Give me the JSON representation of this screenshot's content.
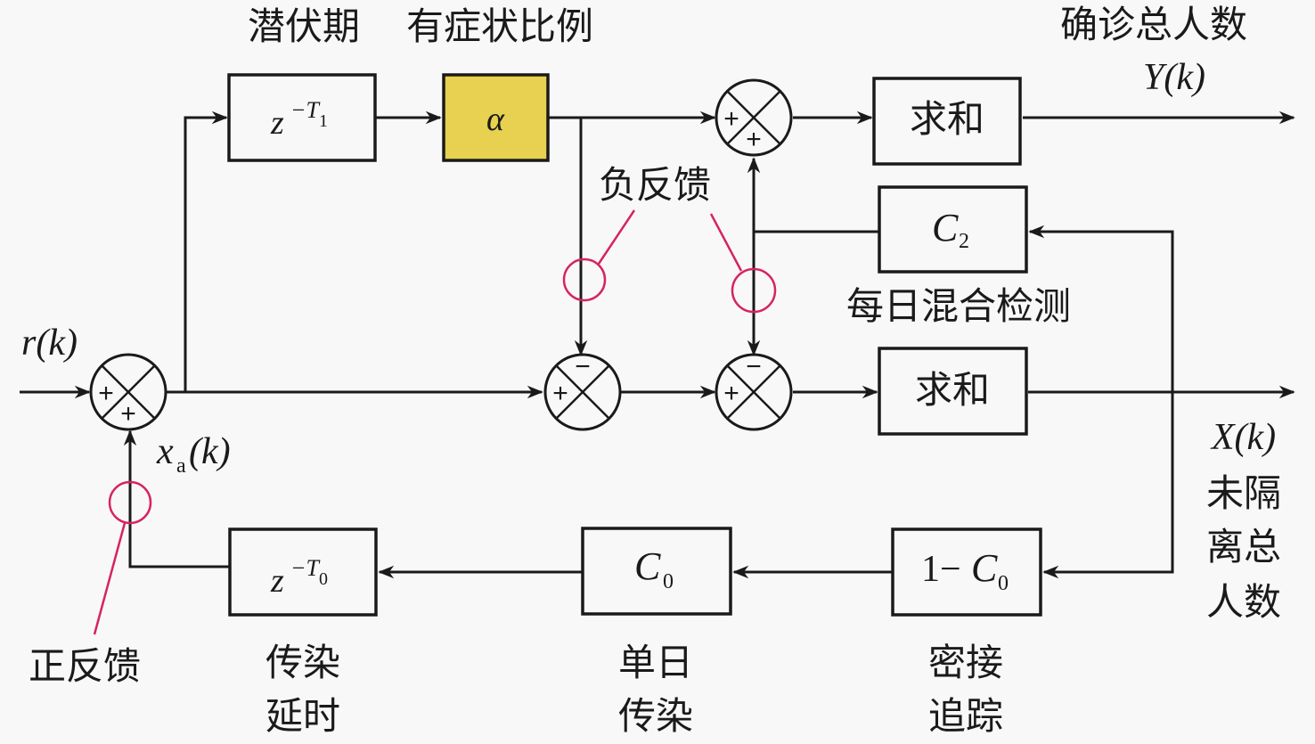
{
  "title_labels": {
    "latency": "潜伏期",
    "symptomatic_ratio": "有症状比例",
    "confirmed_total": "确诊总人数",
    "negative_feedback": "负反馈",
    "daily_mixed_test": "每日混合检测",
    "positive_feedback": "正反馈",
    "transmission_delay_1": "传染",
    "transmission_delay_2": "延时",
    "daily_transmission_1": "单日",
    "daily_transmission_2": "传染",
    "contact_tracing_1": "密接",
    "contact_tracing_2": "追踪",
    "unisolated_1": "未隔",
    "unisolated_2": "离总",
    "unisolated_3": "人数"
  },
  "signals": {
    "input": "r(k)",
    "feedback": "x",
    "feedback_sub": "a",
    "feedback_arg": "(k)",
    "output_y": "Y(k)",
    "output_x": "X(k)"
  },
  "blocks": {
    "delay_t1": {
      "base": "z",
      "exp": "−T",
      "exp_sub": "1"
    },
    "alpha": {
      "label": "α",
      "fill": "#e8d050"
    },
    "sum_top": {
      "label": "求和"
    },
    "c2": {
      "base": "C",
      "sub": "2"
    },
    "sum_bottom": {
      "label": "求和"
    },
    "one_minus_c0": {
      "prefix": "1−",
      "base": "C",
      "sub": "0"
    },
    "c0": {
      "base": "C",
      "sub": "0"
    },
    "delay_t0": {
      "base": "z",
      "exp": "−T",
      "exp_sub": "0"
    }
  },
  "junction_signs": {
    "plus": "+",
    "minus": "−"
  },
  "colors": {
    "line": "#1a1a1a",
    "annotation": "#d6245e",
    "alpha_fill": "#e8d050"
  }
}
